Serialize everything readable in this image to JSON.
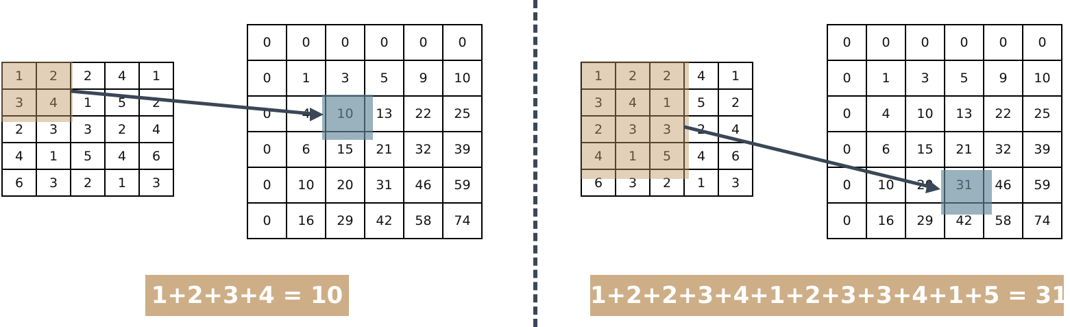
{
  "left": {
    "input": [
      [
        "1",
        "2",
        "2",
        "4",
        "1"
      ],
      [
        "3",
        "4",
        "1",
        "5",
        "2"
      ],
      [
        "2",
        "3",
        "3",
        "2",
        "4"
      ],
      [
        "4",
        "1",
        "5",
        "4",
        "6"
      ],
      [
        "6",
        "3",
        "2",
        "1",
        "3"
      ]
    ],
    "output": [
      [
        "0",
        "0",
        "0",
        "0",
        "0",
        "0"
      ],
      [
        "0",
        "1",
        "3",
        "5",
        "9",
        "10"
      ],
      [
        "0",
        "4",
        "10",
        "13",
        "22",
        "25"
      ],
      [
        "0",
        "6",
        "15",
        "21",
        "32",
        "39"
      ],
      [
        "0",
        "10",
        "20",
        "31",
        "46",
        "59"
      ],
      [
        "0",
        "16",
        "29",
        "42",
        "58",
        "74"
      ]
    ],
    "formula": "1+2+3+4 = 10"
  },
  "right": {
    "input": [
      [
        "1",
        "2",
        "2",
        "4",
        "1"
      ],
      [
        "3",
        "4",
        "1",
        "5",
        "2"
      ],
      [
        "2",
        "3",
        "3",
        "2",
        "4"
      ],
      [
        "4",
        "1",
        "5",
        "4",
        "6"
      ],
      [
        "6",
        "3",
        "2",
        "1",
        "3"
      ]
    ],
    "output": [
      [
        "0",
        "0",
        "0",
        "0",
        "0",
        "0"
      ],
      [
        "0",
        "1",
        "3",
        "5",
        "9",
        "10"
      ],
      [
        "0",
        "4",
        "10",
        "13",
        "22",
        "25"
      ],
      [
        "0",
        "6",
        "15",
        "21",
        "32",
        "39"
      ],
      [
        "0",
        "10",
        "20",
        "31",
        "46",
        "59"
      ],
      [
        "0",
        "16",
        "29",
        "42",
        "58",
        "74"
      ]
    ],
    "formula": "1+2+2+3+4+1+2+3+3+4+1+5 = 31"
  },
  "colors": {
    "region_shade": "#cdae87",
    "target_highlight": "#6b8797",
    "arrow": "#3a4757",
    "divider": "#3a4757"
  }
}
